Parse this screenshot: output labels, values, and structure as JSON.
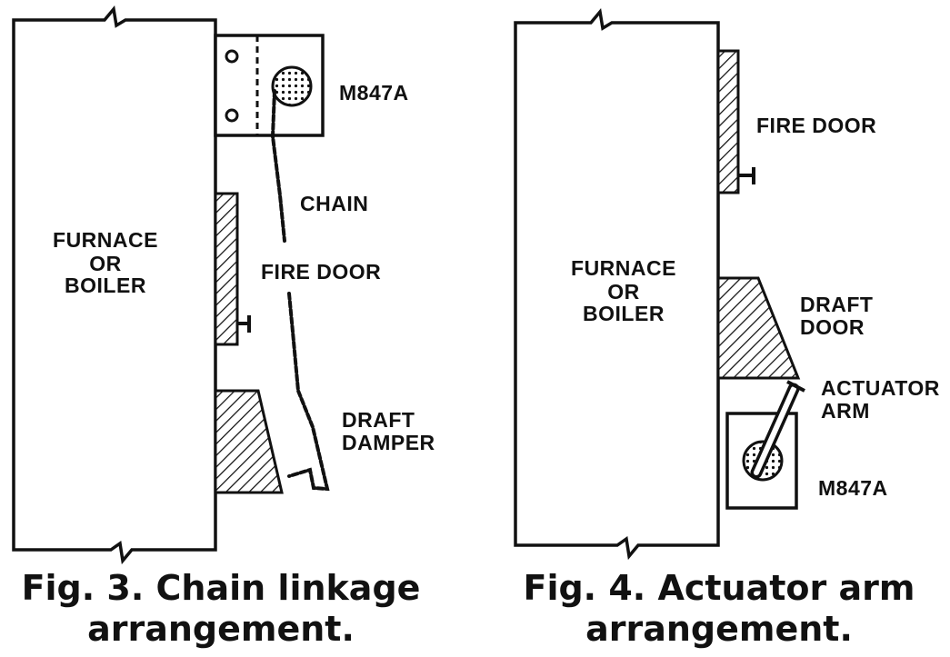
{
  "figures": [
    {
      "furnace_label": [
        "FURNACE",
        "OR",
        "BOILER"
      ],
      "motor_label": "M847A",
      "chain_label": "CHAIN",
      "fire_door_label": "FIRE DOOR",
      "damper_label": [
        "DRAFT",
        "DAMPER"
      ],
      "caption": [
        "Fig. 3. Chain linkage",
        "arrangement."
      ]
    },
    {
      "furnace_label": [
        "FURNACE",
        "OR",
        "BOILER"
      ],
      "fire_door_label": "FIRE DOOR",
      "draft_door_label": [
        "DRAFT",
        "DOOR"
      ],
      "actuator_label": [
        "ACTUATOR",
        "ARM"
      ],
      "motor_label": "M847A",
      "caption": [
        "Fig. 4. Actuator arm",
        "arrangement."
      ]
    }
  ]
}
